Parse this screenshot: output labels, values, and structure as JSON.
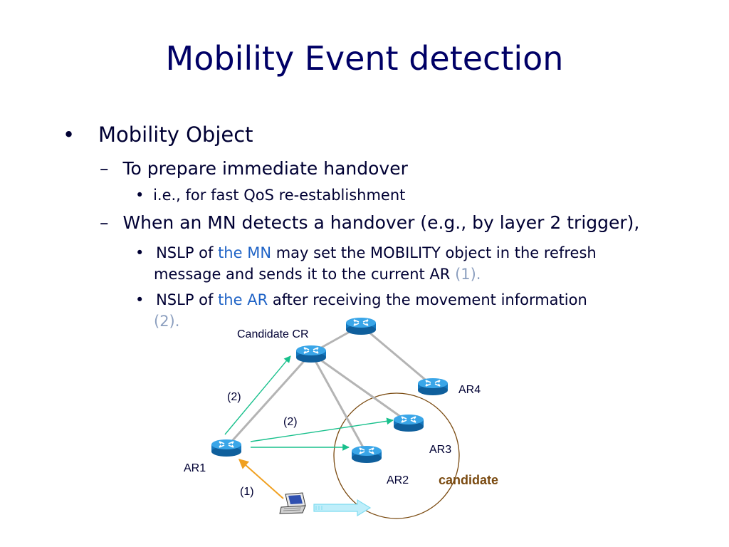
{
  "slide": {
    "title": "Mobility Event detection",
    "bullet1": {
      "marker": "•",
      "text": "Mobility Object"
    },
    "sub1": {
      "marker": "–",
      "text": "To prepare immediate handover"
    },
    "sub1_item": {
      "marker": "•",
      "text": "i.e., for fast QoS re-establishment"
    },
    "sub2": {
      "marker": "–",
      "text": "When an MN detects a handover (e.g., by layer 2 trigger),"
    },
    "item_mn": {
      "marker": "•",
      "pre": "NSLP of ",
      "highlight": "the MN",
      "post": " may set the MOBILITY object in the refresh",
      "line2": "message and sends it to the current AR ",
      "ref": "(1)."
    },
    "item_ar": {
      "marker": "•",
      "pre": "NSLP of ",
      "highlight": "the AR",
      "post": " after receiving the movement information",
      "ref": "(2)."
    }
  },
  "diagram": {
    "labels": {
      "candidate_cr": "Candidate CR",
      "ar1": "AR1",
      "ar2": "AR2",
      "ar3": "AR3",
      "ar4": "AR4",
      "step2_a": "(2)",
      "step2_b": "(2)",
      "step1": "(1)",
      "candidate": "candidate"
    },
    "colors": {
      "router_body": "#1f8fd6",
      "link_gray": "#b4b4b4",
      "signal_green": "#18c08c",
      "signal_orange": "#f0a020",
      "candidate_circle": "#7a4a10",
      "movement_arrow": "#7fdcf0"
    },
    "icons": [
      "router-icon",
      "laptop-icon",
      "movement-arrow-icon"
    ]
  }
}
